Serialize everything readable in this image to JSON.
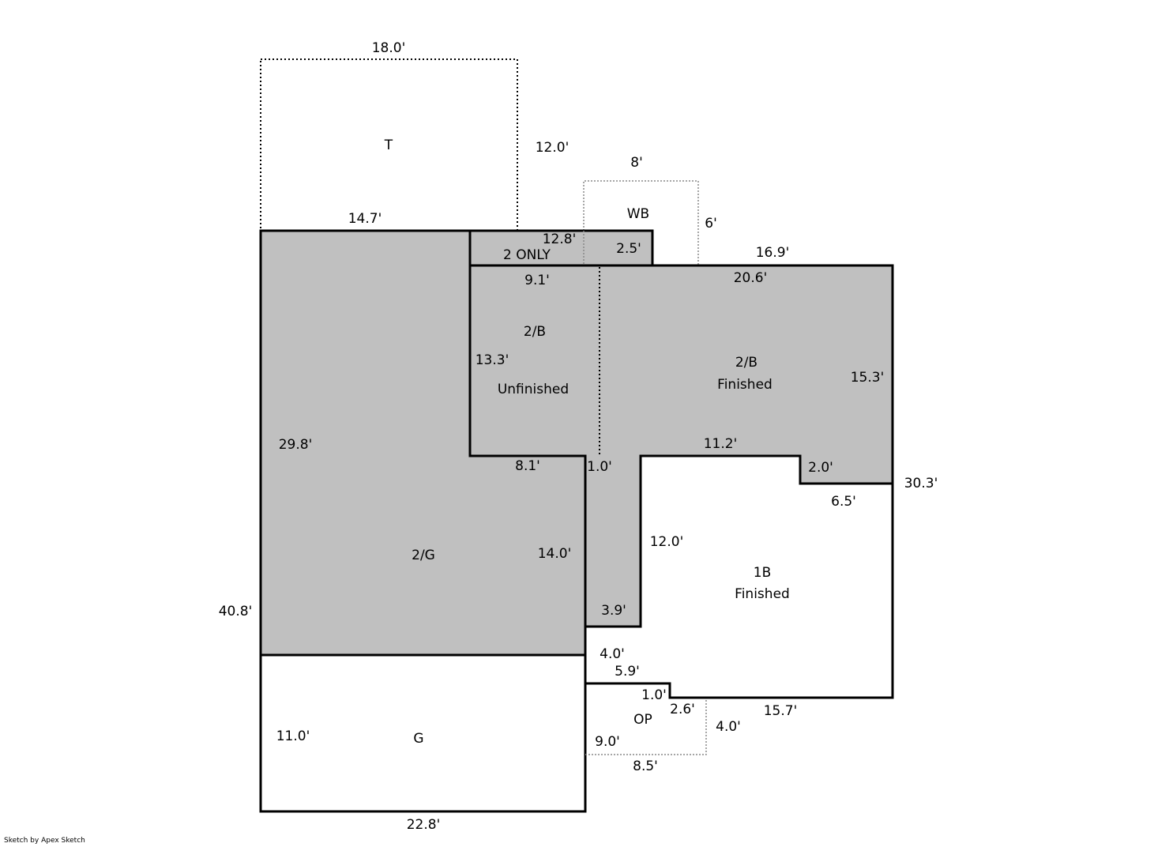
{
  "areas": {
    "t": "T",
    "wb": "WB",
    "two_only": "2 ONLY",
    "b_unfinished_code": "2/B",
    "b_unfinished_label": "Unfinished",
    "b_finished_code": "2/B",
    "b_finished_label": "Finished",
    "garage_second": "2/G",
    "first_code": "1B",
    "first_label": "Finished",
    "op": "OP",
    "g": "G"
  },
  "dimensions": {
    "t_top": "18.0'",
    "t_right": "12.0'",
    "t_bottom": "14.7'",
    "wb_top": "8'",
    "wb_right": "6'",
    "two_only_top": "12.8'",
    "two_only_side": "2.5'",
    "unf_top": "9.1'",
    "unf_left": "13.3'",
    "fin_top_outer": "16.9'",
    "fin_top": "20.6'",
    "fin_right": "15.3'",
    "g2_left": "29.8'",
    "g2_step": "8.1'",
    "g2_right": "14.0'",
    "hall_width": "1.0'",
    "notch_top": "11.2'",
    "notch_side": "2.0'",
    "notch_bottom": "6.5'",
    "right_total": "30.3'",
    "first_left": "12.0'",
    "hall_bottom": "3.9'",
    "left_total": "40.8'",
    "first_step": "4.0'",
    "first_bottom_left": "5.9'",
    "step_small": "1.0'",
    "op_side": "2.6'",
    "op_right": "4.0'",
    "first_bottom": "15.7'",
    "op_left": "9.0'",
    "op_bottom": "8.5'",
    "g_left": "11.0'",
    "g_bottom": "22.8'"
  },
  "credit": "Sketch by Apex Sketch"
}
